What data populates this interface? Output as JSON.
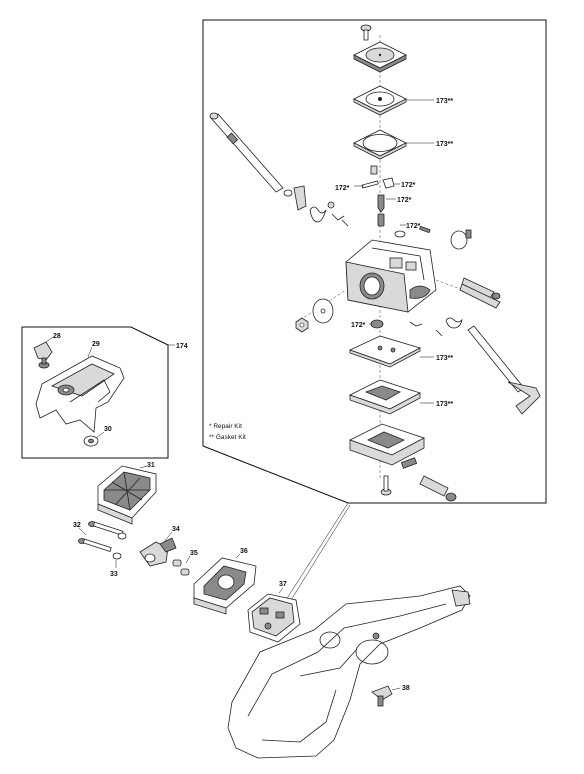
{
  "callouts": {
    "c28": "28",
    "c29": "29",
    "c30": "30",
    "c31": "31",
    "c32": "32",
    "c33": "33",
    "c34": "34",
    "c35": "35",
    "c36": "36",
    "c37": "37",
    "c38": "38",
    "c174": "174",
    "k172a": "172*",
    "k172b": "172*",
    "k172c": "172*",
    "k172d": "172*",
    "k172e": "172*",
    "k173a": "173**",
    "k173b": "173**",
    "k173c": "173**",
    "k173d": "173**"
  },
  "legend": {
    "repair_kit": "* Repair Kit",
    "gasket_kit": "** Gasket Kit"
  }
}
